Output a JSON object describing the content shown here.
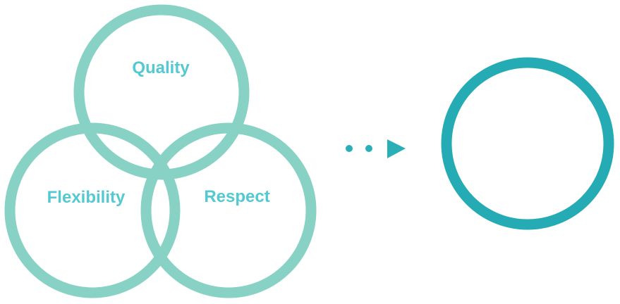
{
  "diagram": {
    "venn": {
      "circles": [
        {
          "id": "quality",
          "label": "Quality"
        },
        {
          "id": "flexibility",
          "label": "Flexibility"
        },
        {
          "id": "respect",
          "label": "Respect"
        }
      ]
    },
    "connector": {
      "dots": 2,
      "arrow_icon": "triangle-right-icon"
    },
    "result": {
      "label": ""
    }
  },
  "colors": {
    "venn_stroke": "#88d2c5",
    "label_text": "#54c9d1",
    "connector": "#2aafb6",
    "result_stroke": "#25abb4"
  }
}
